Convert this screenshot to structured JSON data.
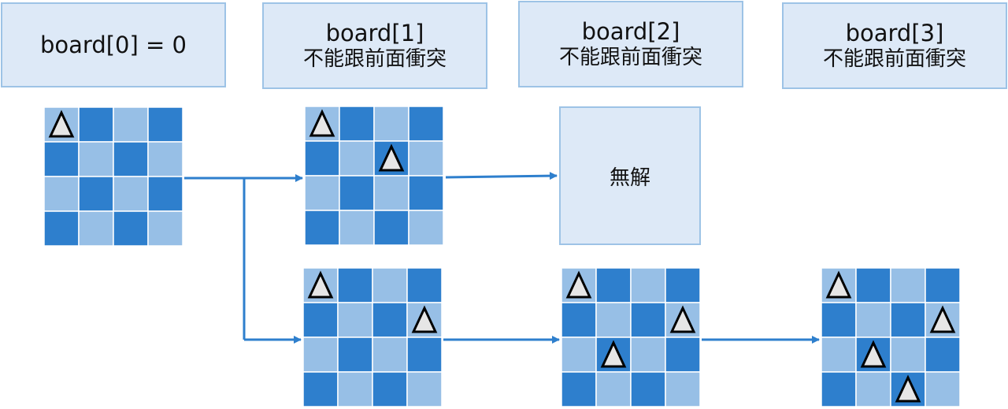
{
  "headers": [
    {
      "line1": "board[0] = 0",
      "line2": ""
    },
    {
      "line1": "board[1]",
      "line2": "不能跟前面衝突"
    },
    {
      "line1": "board[2]",
      "line2": "不能跟前面衝突"
    },
    {
      "line1": "board[3]",
      "line2": "不能跟前面衝突"
    }
  ],
  "no_solution_label": "無解",
  "colors": {
    "dark": "#2e7fcd",
    "light": "#97bfe6",
    "arrow": "#2e7fcd",
    "marker_fill": "#e6e6e6"
  },
  "boards": [
    {
      "name": "board-step0",
      "queens": [
        [
          0,
          0
        ]
      ]
    },
    {
      "name": "board-step1-a",
      "queens": [
        [
          0,
          0
        ],
        [
          1,
          2
        ]
      ]
    },
    {
      "name": "board-step1-b",
      "queens": [
        [
          0,
          0
        ],
        [
          1,
          3
        ]
      ]
    },
    {
      "name": "board-step2-b",
      "queens": [
        [
          0,
          0
        ],
        [
          1,
          3
        ],
        [
          2,
          1
        ]
      ]
    },
    {
      "name": "board-step3-b",
      "queens": [
        [
          0,
          0
        ],
        [
          1,
          3
        ],
        [
          2,
          1
        ],
        [
          3,
          2
        ]
      ]
    }
  ]
}
